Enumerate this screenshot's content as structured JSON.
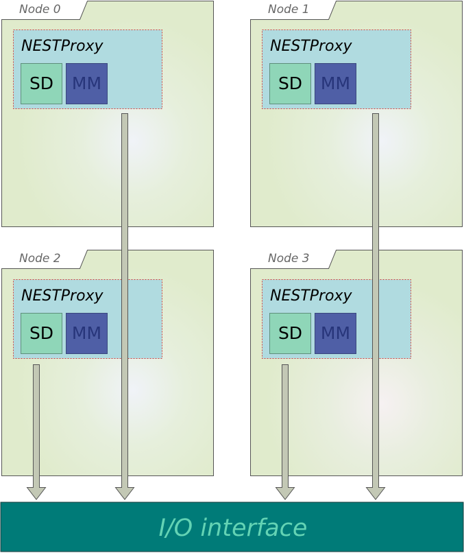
{
  "nodes": [
    {
      "label": "Node 0",
      "proxy": {
        "label": "NESTProxy",
        "sd": "SD",
        "mm": "MM"
      }
    },
    {
      "label": "Node 1",
      "proxy": {
        "label": "NESTProxy",
        "sd": "SD",
        "mm": "MM"
      }
    },
    {
      "label": "Node 2",
      "proxy": {
        "label": "NESTProxy",
        "sd": "SD",
        "mm": "MM"
      }
    },
    {
      "label": "Node 3",
      "proxy": {
        "label": "NESTProxy",
        "sd": "SD",
        "mm": "MM"
      }
    }
  ],
  "io": {
    "label": "I/O interface"
  },
  "colors": {
    "node_fill": "#e0ebcc",
    "node_glow": "#f0f3f7",
    "node_stroke": "#555555",
    "tab_text": "#666666",
    "proxy_fill": "#b0dbe0",
    "proxy_stroke": "#d04040",
    "sd_fill": "#8fd6b8",
    "mm_fill": "#4f5fa6",
    "mm_text": "#27357a",
    "arrow_fill": "#c3c8b5",
    "arrow_stroke": "#555555",
    "io_fill": "#007b78",
    "io_text": "#63d3b4"
  }
}
